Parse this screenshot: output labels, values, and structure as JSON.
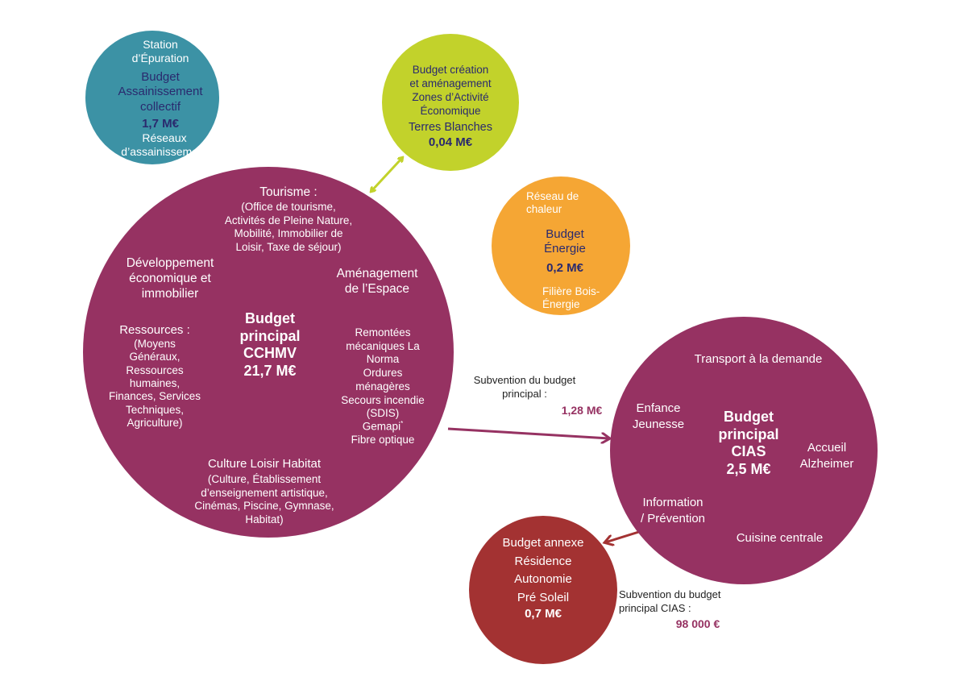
{
  "colors": {
    "assainissement": "#3c92a5",
    "zones": "#c2d22b",
    "energie": "#f5a634",
    "principal": "#963262",
    "cias": "#963262",
    "residence": "#a33232",
    "subvention_value": "#963262",
    "subvention_cias_value": "#963262",
    "arrow_zones": "#c2d22b",
    "arrow_cias": "#963262",
    "arrow_residence": "#a33232",
    "dark_text": "#2a2a6e"
  },
  "assainissement": {
    "top": "Station\nd’Épuration",
    "budget": "Budget\nAssainissement\ncollectif",
    "amount": "1,7 M€",
    "bottom": "Réseaux\nd’assainissement"
  },
  "zones": {
    "title": "Budget création\net aménagement\nZones d’Activité\nÉconomique",
    "sub": "Terres Blanches",
    "amount": "0,04 M€"
  },
  "energie": {
    "top": "Réseau de\nchaleur",
    "budget": "Budget\nÉnergie",
    "amount": "0,2 M€",
    "bottom": "Filière Bois-\nÉnergie"
  },
  "principal": {
    "tourisme": "Tourisme :",
    "tourisme_detail": "(Office de tourisme,\nActivités de Pleine Nature,\nMobilité, Immobilier de\nLoisir, Taxe de séjour)",
    "developpement": "Développement\néconomique et\nimmobilier",
    "amenagement": "Aménagement\nde l’Espace",
    "ressources": "Ressources :",
    "ressources_detail": "(Moyens\nGénéraux,\nRessources\nhumaines,\nFinances, Services\nTechniques,\nAgriculture)",
    "center": "Budget\nprincipal\nCCHMV\n21,7 M€",
    "services": "Remontées\nmécaniques La\nNorma\nOrdures\nménagères\nSecours incendie\n(SDIS)",
    "gemapi": "Gemapi",
    "gemapi_mark": "*",
    "fibre": "Fibre optique",
    "culture": "Culture Loisir Habitat",
    "culture_detail": "(Culture, Établissement\nd’enseignement artistique,\nCinémas, Piscine, Gymnase,\nHabitat)"
  },
  "subvention": {
    "label": "Subvention du budget\nprincipal :",
    "value": "1,28 M€"
  },
  "cias": {
    "transport": "Transport à la demande",
    "enfance": "Enfance\nJeunesse",
    "center": "Budget\nprincipal\nCIAS\n2,5 M€",
    "accueil": "Accueil\nAlzheimer",
    "information": "Information\n/ Prévention",
    "cuisine": "Cuisine centrale"
  },
  "residence": {
    "title": "Budget annexe\nRésidence\nAutonomie\nPré Soleil",
    "amount": "0,7 M€"
  },
  "subvention_cias": {
    "label": "Subvention du budget\nprincipal CIAS :",
    "value": "98 000 €"
  }
}
